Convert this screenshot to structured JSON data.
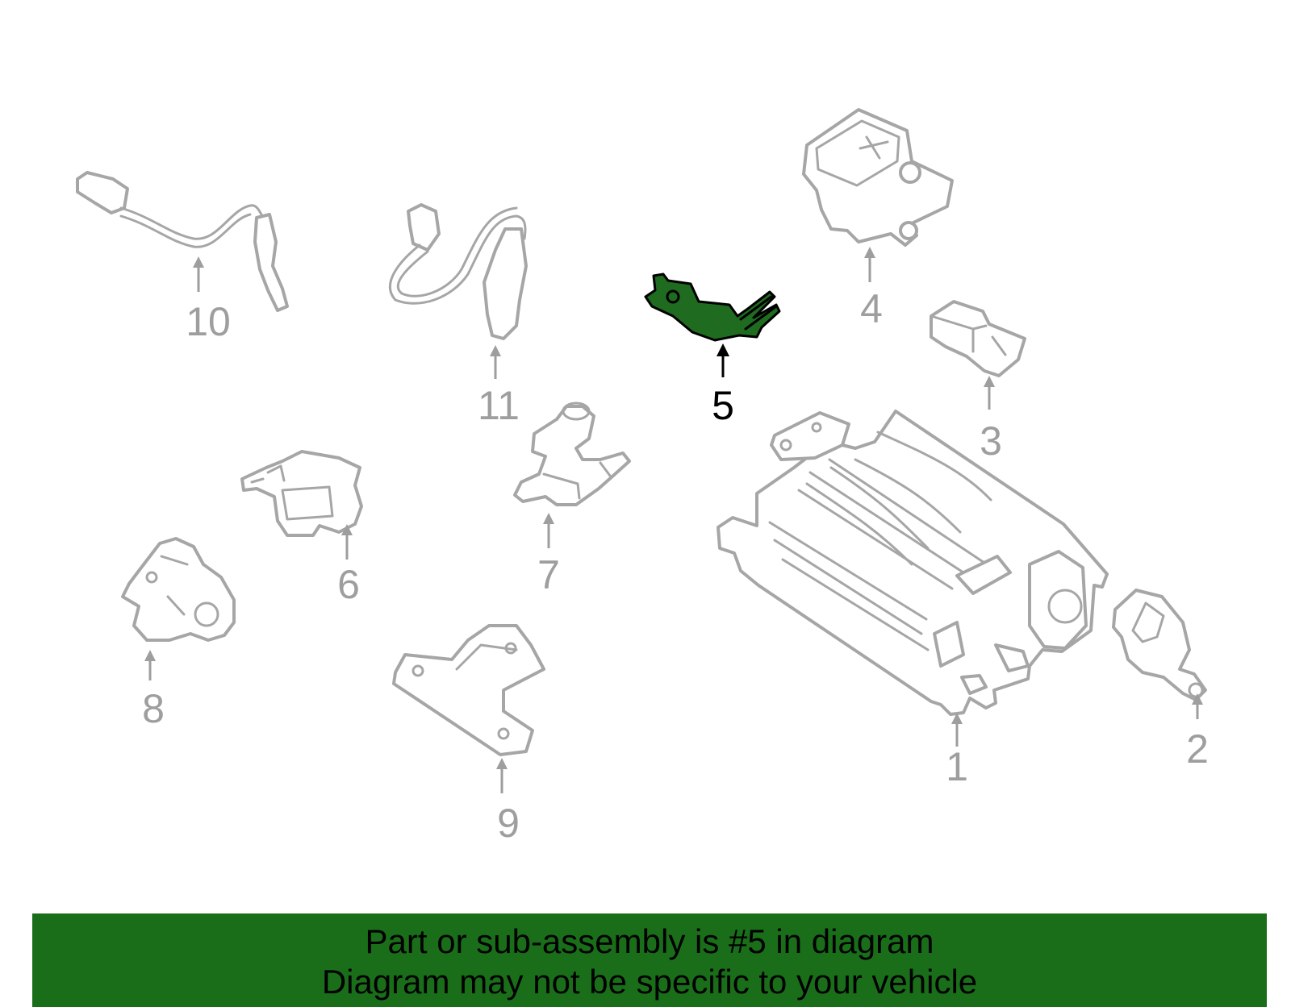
{
  "callouts": [
    {
      "num": "1",
      "highlighted": false
    },
    {
      "num": "2",
      "highlighted": false
    },
    {
      "num": "3",
      "highlighted": false
    },
    {
      "num": "4",
      "highlighted": false
    },
    {
      "num": "5",
      "highlighted": true
    },
    {
      "num": "6",
      "highlighted": false
    },
    {
      "num": "7",
      "highlighted": false
    },
    {
      "num": "8",
      "highlighted": false
    },
    {
      "num": "9",
      "highlighted": false
    },
    {
      "num": "10",
      "highlighted": false
    },
    {
      "num": "11",
      "highlighted": false
    }
  ],
  "footer": {
    "line1": "Part or sub-assembly is #5 in diagram",
    "line2": "Diagram may not be specific to your vehicle"
  },
  "colors": {
    "highlight": "#1f6b1f",
    "footer_background": "#1a6e1a",
    "part_outline": "#a6a6a6"
  }
}
